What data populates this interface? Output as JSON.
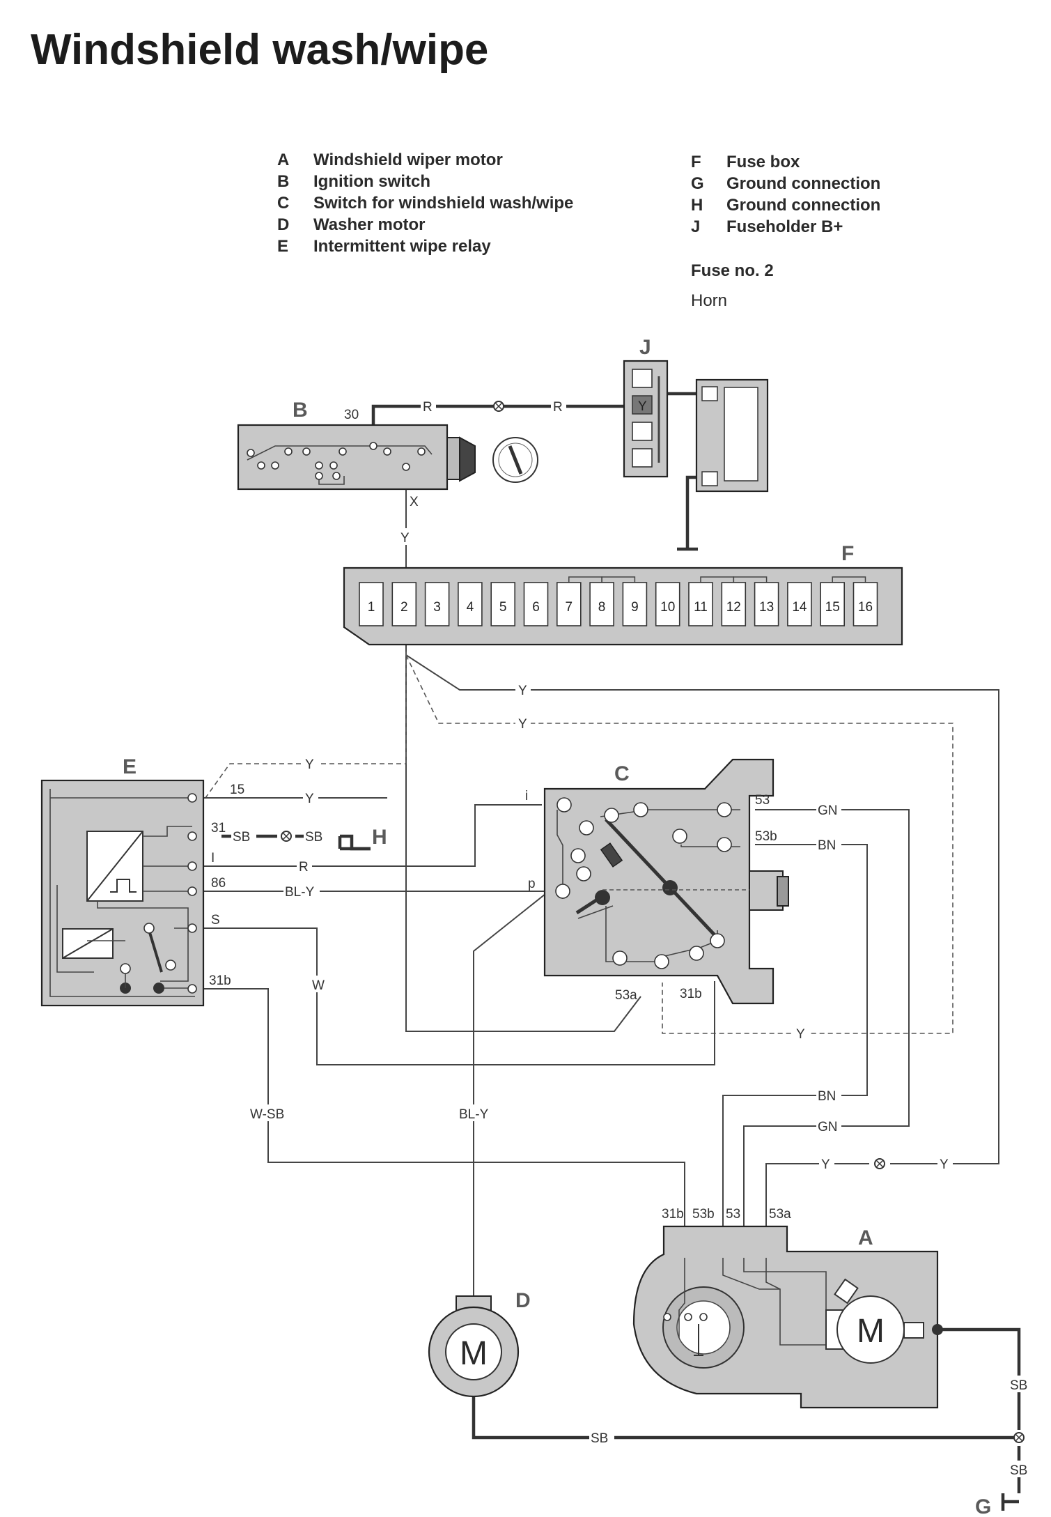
{
  "title": "Windshield wash/wipe",
  "legend_left": [
    {
      "key": "A",
      "label": "Windshield wiper motor"
    },
    {
      "key": "B",
      "label": "Ignition switch"
    },
    {
      "key": "C",
      "label": "Switch for windshield wash/wipe"
    },
    {
      "key": "D",
      "label": "Washer motor"
    },
    {
      "key": "E",
      "label": "Intermittent wipe relay"
    }
  ],
  "legend_right": [
    {
      "key": "F",
      "label": "Fuse box"
    },
    {
      "key": "G",
      "label": "Ground connection"
    },
    {
      "key": "H",
      "label": "Ground connection"
    },
    {
      "key": "J",
      "label": "Fuseholder B+"
    }
  ],
  "fuse_note": {
    "label": "Fuse no. 2",
    "value": "Horn"
  },
  "components": {
    "A": "A",
    "B": "B",
    "C": "C",
    "D": "D",
    "E": "E",
    "F": "F",
    "G": "G",
    "H": "H",
    "J": "J"
  },
  "fuses": [
    "1",
    "2",
    "3",
    "4",
    "5",
    "6",
    "7",
    "8",
    "9",
    "10",
    "11",
    "12",
    "13",
    "14",
    "15",
    "16"
  ],
  "fuse_slot_letter": "Y",
  "motor_letter": "M",
  "ignition": {
    "terminal_30": "30",
    "terminal_x": "X"
  },
  "relay_terminals": {
    "t15": "15",
    "t31": "31",
    "tI": "I",
    "t86": "86",
    "tS": "S",
    "t31b": "31b"
  },
  "switch_terminals": {
    "i": "i",
    "p": "p",
    "t53": "53",
    "t53b": "53b",
    "t53a": "53a",
    "t31b": "31b"
  },
  "motor_terminals": {
    "t31b": "31b",
    "t53b": "53b",
    "t53": "53",
    "t53a": "53a"
  },
  "wire_colors": {
    "R": "R",
    "Y": "Y",
    "SB": "SB",
    "GN": "GN",
    "BN": "BN",
    "BL_Y": "BL-Y",
    "W": "W",
    "W_SB": "W-SB"
  }
}
